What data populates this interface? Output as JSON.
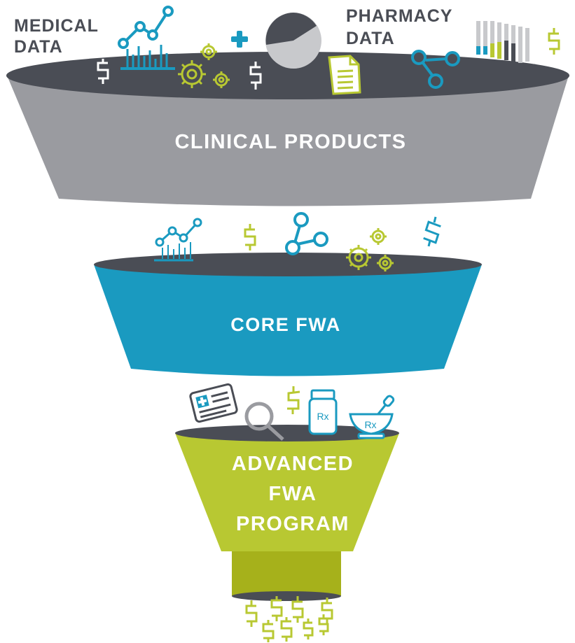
{
  "top_labels": {
    "medical": [
      "MEDICAL",
      "DATA"
    ],
    "pharmacy": [
      "PHARMACY",
      "DATA"
    ]
  },
  "funnels": {
    "top": {
      "label": "CLINICAL PRODUCTS"
    },
    "middle": {
      "label": "CORE FWA"
    },
    "bottom": {
      "lines": [
        "ADVANCED",
        "FWA",
        "PROGRAM"
      ]
    }
  },
  "icon_text": {
    "rx": "Rx",
    "dollar": "$"
  },
  "colors": {
    "dark_gray": "#4a4d55",
    "gray": "#9a9ba0",
    "blue": "#1a9ac0",
    "lime": "#b8c832",
    "lime_dark": "#a6b11b"
  },
  "icons": [
    "chart-icon",
    "gear-icon",
    "pie-chart-icon",
    "plus-icon",
    "document-icon",
    "network-icon",
    "barcode-icon",
    "dollar-icon",
    "id-card-icon",
    "magnifier-icon",
    "pill-bottle-icon",
    "mortar-pestle-icon"
  ]
}
